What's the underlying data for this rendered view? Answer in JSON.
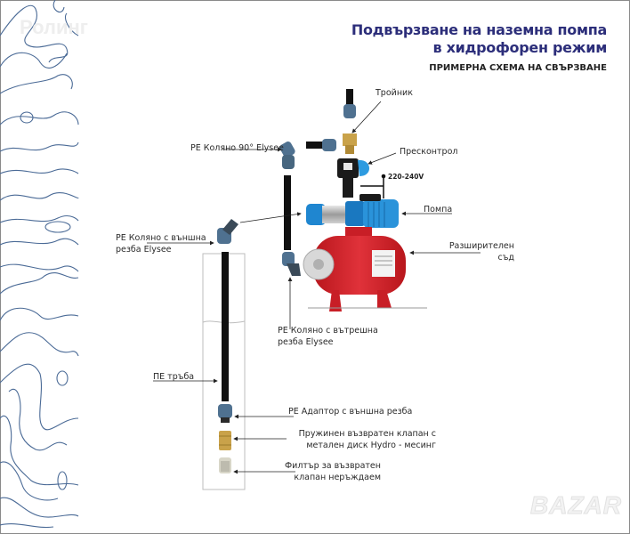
{
  "watermark": "Ролинг",
  "header": {
    "title_line1": "Подвързване на наземна помпа",
    "title_line2": "в хидрофорен режим",
    "subtitle": "ПРИМЕРНА СХЕМА НА СВЪРЗВАНЕ"
  },
  "labels": {
    "tee": "Тройник",
    "elbow90": "PE Коляно 90° Elysee",
    "pressure_control": "Пресконтрол",
    "voltage": "220-240V",
    "pump": "Помпа",
    "elbow_ext_line1": "PE Коляно с външна",
    "elbow_ext_line2": "резба Elysee",
    "tank_line1": "Разширителен",
    "tank_line2": "съд",
    "elbow_int_line1": "PE Коляно с вътрешна",
    "elbow_int_line2": "резба Elysee",
    "pe_pipe": "ПЕ тръба",
    "adapter": "PE Адаптор с външна резба",
    "check_valve_line1": "Пружинен възвратен клапан с",
    "check_valve_line2": "метален диск Hydro - месинг",
    "filter_line1": "Филтър за възвратен",
    "filter_line2": "клапан неръждаем"
  },
  "logo_text": "BAZAR",
  "colors": {
    "title": "#2c2e7a",
    "topo_lines": "#4a6a96",
    "pump_blue": "#1f86d0",
    "tank_red": "#d8232a",
    "fitting_blue": "#4f7190",
    "pipe": "#111111",
    "brass": "#c9a24a"
  }
}
